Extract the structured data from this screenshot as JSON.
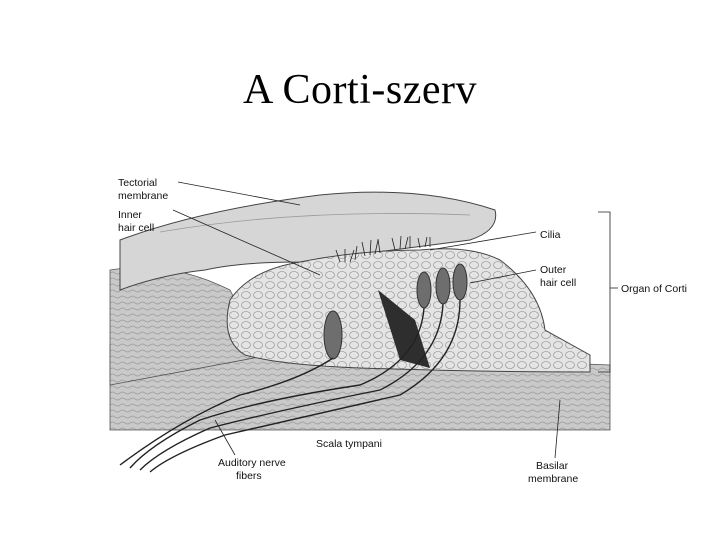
{
  "title": "A Corti-szerv",
  "labels": {
    "tectorial_membrane": [
      "Tectorial",
      "membrane"
    ],
    "inner_hair_cell": [
      "Inner",
      "hair cell"
    ],
    "cilia": "Cilia",
    "outer_hair_cell": [
      "Outer",
      "hair cell"
    ],
    "organ_of_corti": "Organ of Corti",
    "scala_tympani": "Scala tympani",
    "auditory_nerve_fibers": [
      "Auditory nerve",
      "fibers"
    ],
    "basilar_membrane": [
      "Basilar",
      "membrane"
    ]
  }
}
